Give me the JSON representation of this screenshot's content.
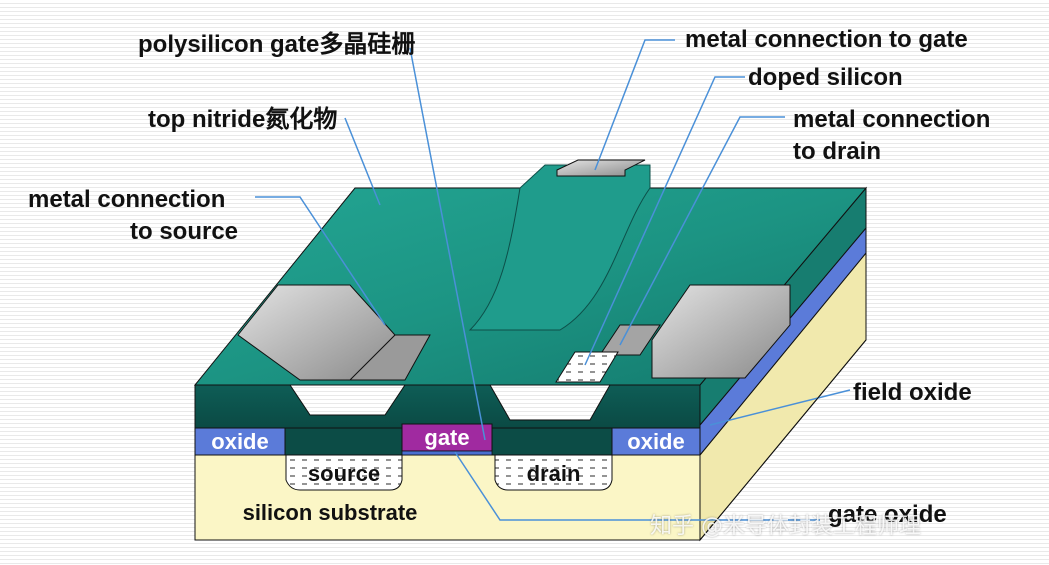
{
  "labels": {
    "polysilicon_gate": "polysilicon gate多晶硅栅",
    "top_nitride": "top nitride氮化物",
    "metal_to_source_line1": "metal connection",
    "metal_to_source_line2": "to source",
    "metal_to_gate": "metal connection to gate",
    "doped_silicon": "doped silicon",
    "metal_to_drain_line1": "metal connection",
    "metal_to_drain_line2": "to drain",
    "field_oxide": "field oxide",
    "gate_oxide": "gate oxide"
  },
  "regions": {
    "oxide_left": "oxide",
    "gate": "gate",
    "oxide_right": "oxide",
    "source": "source",
    "drain": "drain",
    "substrate": "silicon substrate"
  },
  "watermark": "知乎 @米导体封装工程师理",
  "colors": {
    "nitride": "#1f9c8c",
    "nitride_dark": "#0f5a53",
    "metal": "#bdbdbd",
    "oxide": "#5b7bd9",
    "gate": "#a02aa0",
    "substrate": "#fbf6c6",
    "leader_line": "#4a90d8"
  }
}
